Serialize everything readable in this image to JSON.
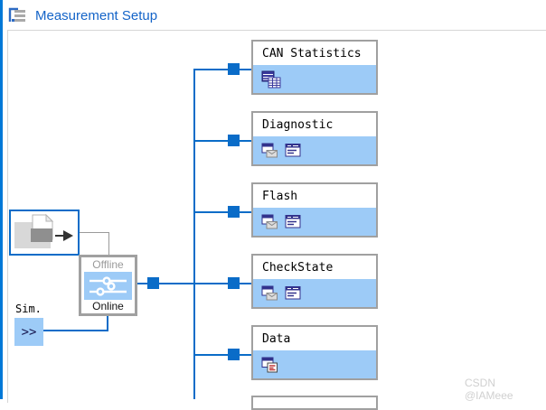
{
  "window": {
    "title": "Measurement Setup"
  },
  "colors": {
    "accent_blue": "#0a6cc8",
    "light_blue_fill": "#9dcbf7",
    "block_border_gray": "#a0a0a0",
    "title_text_blue": "#1464c8",
    "window_edge_blue": "#0078d7"
  },
  "source_block": {
    "icon": "offline-source-file-icon"
  },
  "switch_block": {
    "top_label": "Offline",
    "bottom_label": "Online",
    "icon": "mode-switch-icon"
  },
  "sim": {
    "label": "Sim.",
    "button_glyph": ">>"
  },
  "blocks": [
    {
      "title": "CAN Statistics",
      "icons": [
        "statistics-grid-icon"
      ]
    },
    {
      "title": "Diagnostic",
      "icons": [
        "message-window-icon",
        "trace-window-icon"
      ]
    },
    {
      "title": "Flash",
      "icons": [
        "message-window-icon",
        "trace-window-icon"
      ]
    },
    {
      "title": "CheckState",
      "icons": [
        "message-window-icon",
        "trace-window-icon"
      ]
    },
    {
      "title": "Data",
      "icons": [
        "data-window-icon"
      ]
    }
  ],
  "watermark": "CSDN @IAMeee"
}
